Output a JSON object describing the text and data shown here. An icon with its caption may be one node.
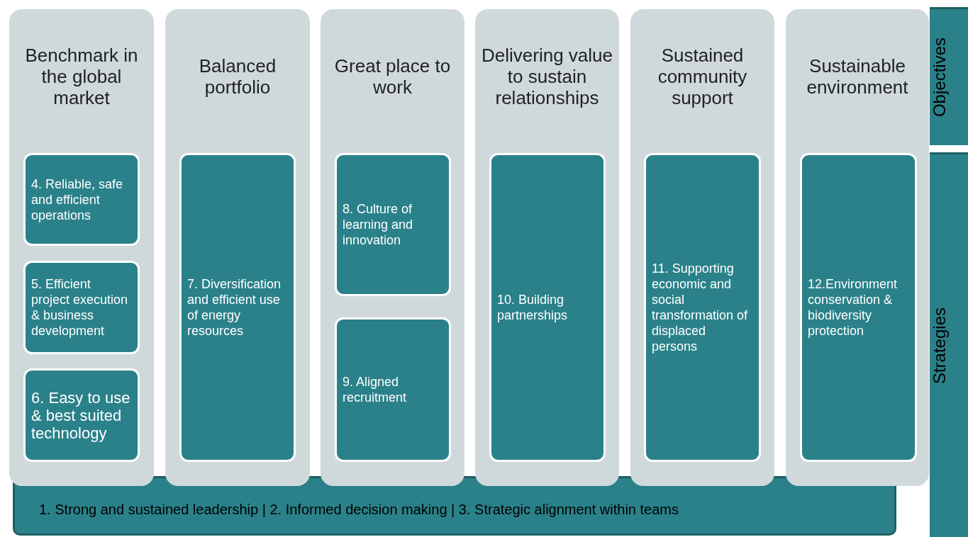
{
  "diagram": {
    "nodes": [
      {
        "text": [
          "Benchmark in the global market"
        ]
      },
      {
        "text": [
          "4. Reliable, safe and efficient operations"
        ],
        "in": 0
      },
      {
        "text": [
          "5. Efficient project execution & business development"
        ],
        "in": 0
      },
      {
        "text": [
          "6. Easy to use & best suited technology"
        ],
        "in": 0
      },
      {
        "text": [
          "Balanced portfolio"
        ]
      },
      {
        "text": [
          "7. Diversification and efficient use of energy resources"
        ],
        "in": 4
      },
      {
        "text": [
          "Great place to work"
        ]
      },
      {
        "text": [
          "8. Culture of learning and innovation"
        ],
        "in": 6
      },
      {
        "text": [
          "9. Aligned recruitment"
        ],
        "in": 6
      },
      {
        "text": [
          "Delivering value to sustain relationships"
        ]
      },
      {
        "text": [
          "10. Building partnerships"
        ],
        "in": 9
      },
      {
        "text": [
          "Sustained community support"
        ]
      },
      {
        "text": [
          "11. Supporting economic and social transformation of displaced persons"
        ],
        "in": 11
      },
      {
        "text": [
          "Sustainable environment"
        ]
      },
      {
        "text": [
          "12.Environment conservation & biodiversity protection"
        ],
        "in": 13
      },
      {
        "text": [
          "Objectives"
        ]
      },
      {
        "text": [
          "Strategies"
        ]
      },
      {
        "text": [
          "1. Strong and sustained leadership | 2. Informed decision making | 3. Strategic alignment within teams"
        ]
      }
    ]
  }
}
